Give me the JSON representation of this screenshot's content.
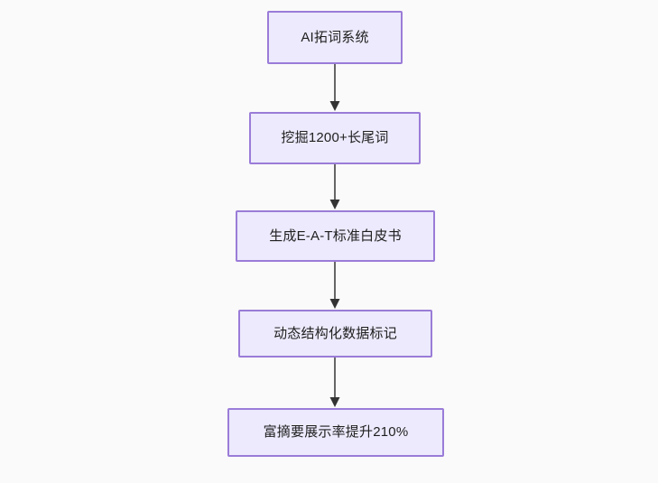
{
  "diagram": {
    "type": "flowchart",
    "orientation": "top-to-bottom",
    "background_color": "#fafafa",
    "node_fill_color": "#eceafc",
    "node_border_color": "#9a7cd8",
    "node_text_color": "#1f1f1f",
    "edge_color": "#666666",
    "nodes": [
      {
        "id": "n1",
        "label": "AI拓词系统"
      },
      {
        "id": "n2",
        "label": "挖掘1200+长尾词"
      },
      {
        "id": "n3",
        "label": "生成E-A-T标准白皮书"
      },
      {
        "id": "n4",
        "label": "动态结构化数据标记"
      },
      {
        "id": "n5",
        "label": "富摘要展示率提升210%"
      }
    ],
    "edges": [
      {
        "from": "n1",
        "to": "n2",
        "label": ""
      },
      {
        "from": "n2",
        "to": "n3",
        "label": ""
      },
      {
        "from": "n3",
        "to": "n4",
        "label": ""
      },
      {
        "from": "n4",
        "to": "n5",
        "label": ""
      }
    ]
  }
}
